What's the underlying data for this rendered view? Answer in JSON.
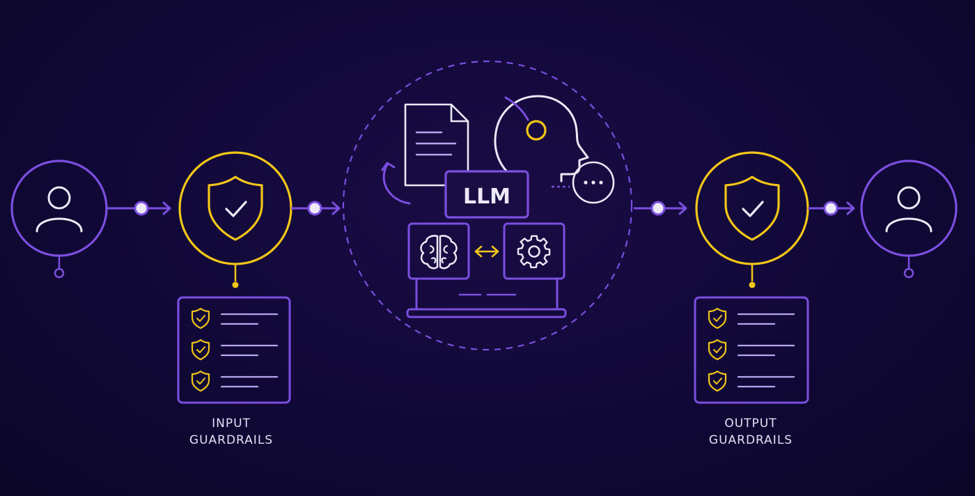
{
  "colors": {
    "background": "#12093a",
    "purple": "#7b4fe0",
    "yellow": "#f2c618",
    "white": "#eceaf6"
  },
  "llm_label": "LLM",
  "input_guardrails": {
    "line1": "INPUT",
    "line2": "GUARDRAILS"
  },
  "output_guardrails": {
    "line1": "OUTPUT",
    "line2": "GUARDRAILS"
  },
  "icons": [
    "user-icon",
    "shield-check-icon",
    "document-icon",
    "head-icon",
    "ellipsis-icon",
    "brain-icon",
    "gear-icon",
    "laptop-icon",
    "arrow-icon"
  ]
}
